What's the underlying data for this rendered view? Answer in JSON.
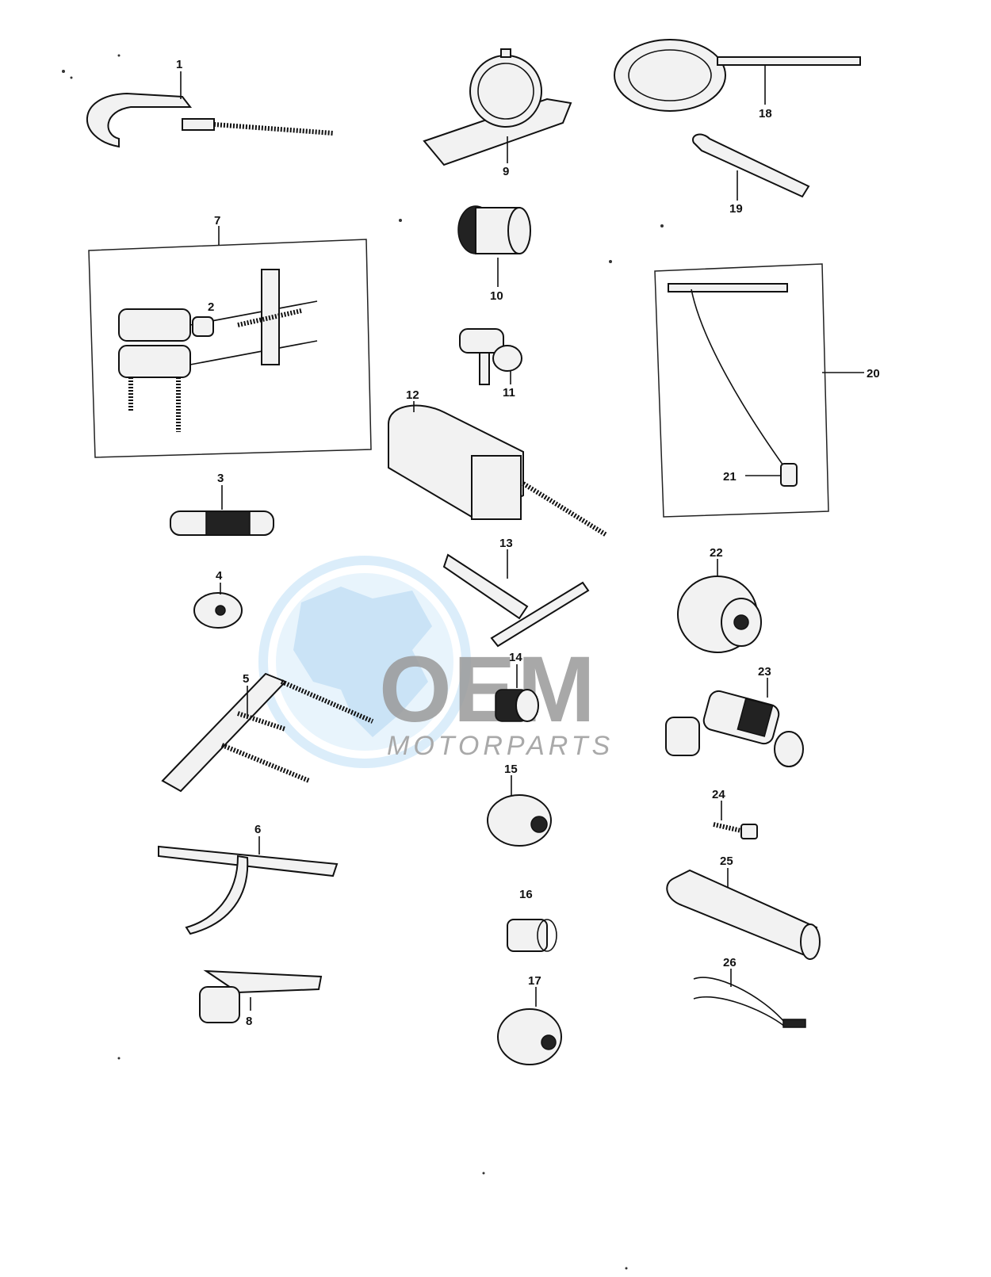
{
  "watermark": {
    "brand": "OEM",
    "tagline": "MOTORPARTS"
  },
  "callouts": [
    "1",
    "2",
    "3",
    "4",
    "5",
    "6",
    "7",
    "8",
    "9",
    "10",
    "11",
    "12",
    "13",
    "14",
    "15",
    "16",
    "17",
    "18",
    "19",
    "20",
    "21",
    "22",
    "23",
    "24",
    "25",
    "26"
  ],
  "colors": {
    "ink": "#111111",
    "globe_blue": "#b9dcf5",
    "watermark_gray": "#9a9a9a"
  }
}
